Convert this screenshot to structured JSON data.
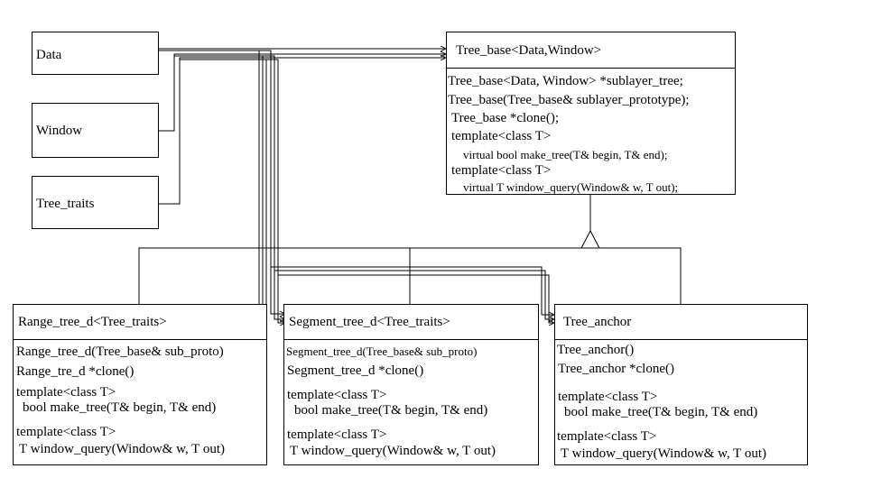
{
  "boxes": {
    "data": {
      "title": "Data"
    },
    "window": {
      "title": "Window"
    },
    "tree_traits": {
      "title": "Tree_traits"
    },
    "tree_base": {
      "title": "Tree_base<Data,Window>",
      "members": [
        "Tree_base<Data, Window> *sublayer_tree;",
        "Tree_base(Tree_base& sublayer_prototype);",
        "Tree_base *clone();",
        "template<class T>",
        "virtual bool make_tree(T& begin, T& end);",
        "template<class T>",
        "virtual T window_query(Window& w, T out);"
      ]
    },
    "range_tree": {
      "title": "Range_tree_d<Tree_traits>",
      "members": [
        "Range_tree_d(Tree_base& sub_proto)",
        "Range_tre_d *clone()",
        "template<class T>",
        "bool make_tree(T& begin, T& end)",
        "template<class T>",
        "T window_query(Window& w, T out)"
      ]
    },
    "segment_tree": {
      "title": "Segment_tree_d<Tree_traits>",
      "members": [
        "Segment_tree_d(Tree_base& sub_proto)",
        "Segment_tree_d *clone()",
        "template<class T>",
        "bool make_tree(T& begin, T& end)",
        "template<class T>",
        "T window_query(Window& w, T out)"
      ]
    },
    "tree_anchor": {
      "title": "Tree_anchor",
      "members": [
        "Tree_anchor()",
        "Tree_anchor *clone()",
        "template<class T>",
        "bool make_tree(T& begin, T& end)",
        "template<class T>",
        "T window_query(Window& w, T out)"
      ]
    }
  },
  "colors": {
    "line": "#000000",
    "background": "#ffffff"
  }
}
